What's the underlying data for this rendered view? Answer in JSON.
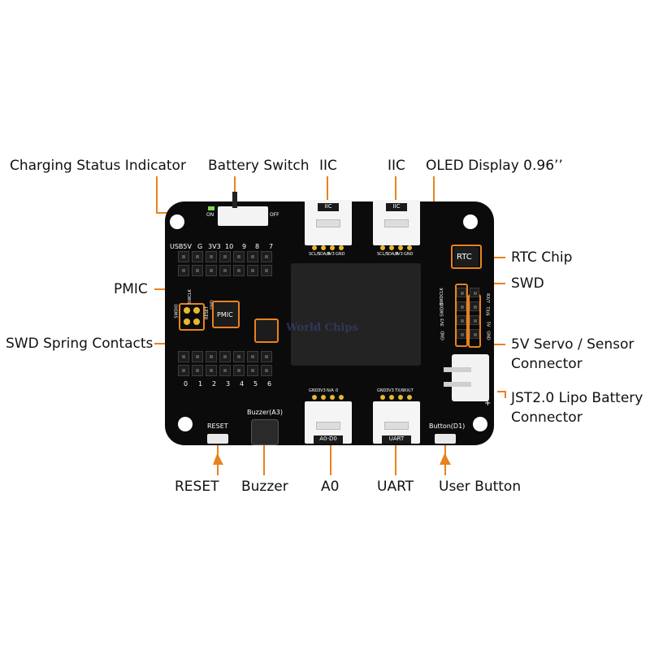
{
  "callouts": {
    "charging": "Charging Status Indicator",
    "battery_switch": "Battery Switch",
    "iic_1": "IIC",
    "iic_2": "IIC",
    "oled": "OLED Display 0.96’’",
    "pmic": "PMIC",
    "swd_spring": "SWD Spring Contacts",
    "rtc_chip": "RTC Chip",
    "swd": "SWD",
    "servo_1": "5V Servo / Sensor",
    "servo_2": "Connector",
    "jst_1": "JST2.0 Lipo Battery",
    "jst_2": "Connector",
    "reset": "RESET",
    "buzzer": "Buzzer",
    "a0": "A0",
    "uart": "UART",
    "user_button": "User Button"
  },
  "board": {
    "top_header_labels": [
      "USB5V",
      "G",
      "3V3",
      "10",
      "9",
      "8",
      "7"
    ],
    "bottom_header_labels": [
      "0",
      "1",
      "2",
      "3",
      "4",
      "5",
      "6"
    ],
    "grove_iic_1": {
      "label": "IIC",
      "pins": [
        "SCL/5",
        "SDA/4",
        "3V3",
        "GND"
      ]
    },
    "grove_iic_2": {
      "label": "IIC",
      "pins": [
        "SCL/5",
        "SDA/4",
        "3V3",
        "GND"
      ]
    },
    "grove_a0": {
      "label": "A0-D0",
      "pins": [
        "GND",
        "3V3",
        "N/A",
        "0"
      ]
    },
    "grove_uart": {
      "label": "UART",
      "pins": [
        "GND",
        "3V3",
        "TX/6",
        "RX/7"
      ]
    },
    "swd_pad_labels": [
      "SWDIO",
      "SWCLK",
      "RESET",
      "GND"
    ],
    "swd_header_labels": [
      "SWDCLK",
      "SWDIO",
      "3V3",
      "GND"
    ],
    "servo_labels": [
      "RX/7",
      "TX/6",
      "5V",
      "GND"
    ],
    "pmic_label": "PMIC",
    "rtc_label": "RTC",
    "on_label": "ON",
    "off_label": "OFF",
    "reset_label": "RESET",
    "buzzer_label": "Buzzer(A3)",
    "button_label": "Button(D1)",
    "plus_label": "+",
    "watermark": "World Chips"
  },
  "colors": {
    "accent": "#e8821e",
    "board": "#0b0b0b",
    "gold": "#e8b830"
  }
}
